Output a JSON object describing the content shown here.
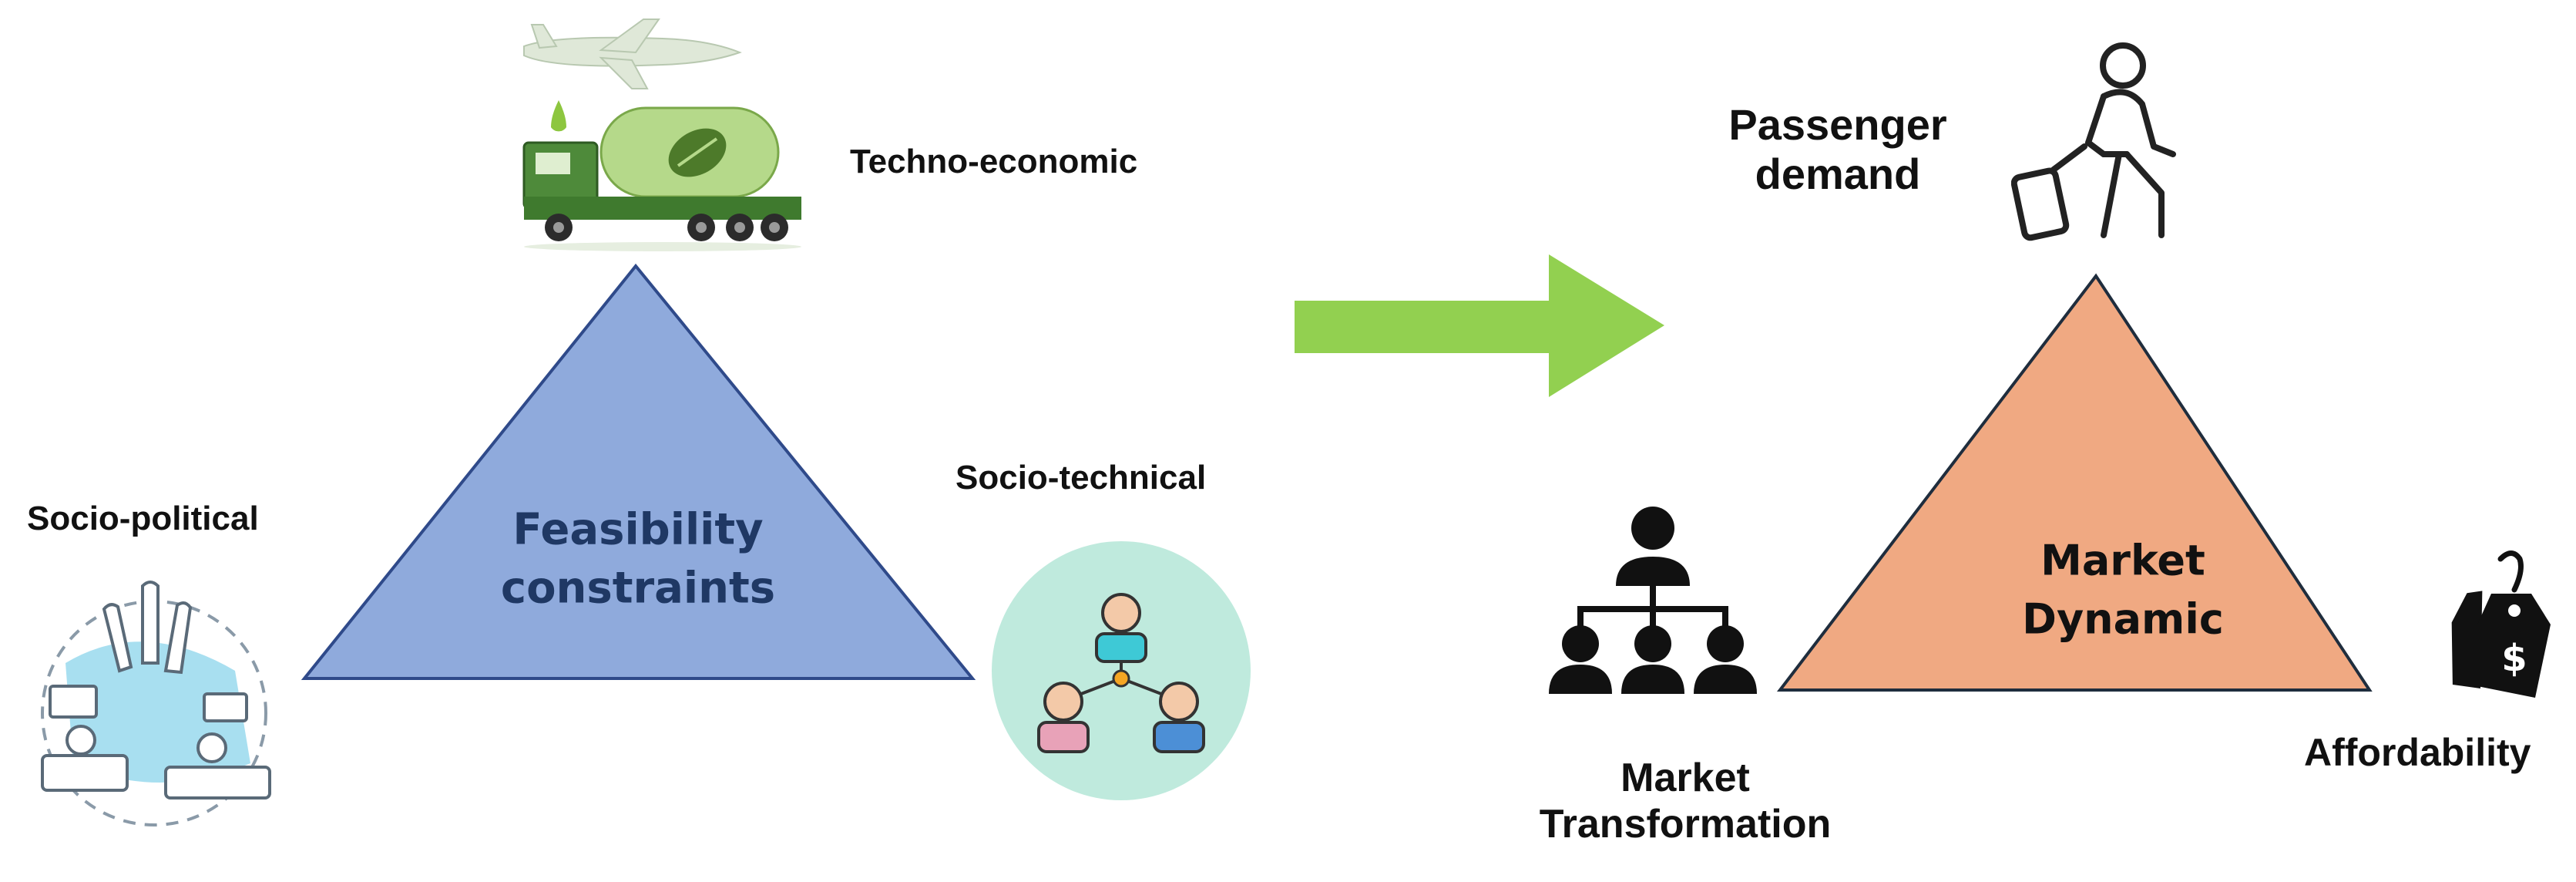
{
  "left_diagram": {
    "center_label_line1": "Feasibility",
    "center_label_line2": "constraints",
    "vertex_top": {
      "label": "Techno-economic",
      "icon": "green-truck-airplane-icon"
    },
    "vertex_left": {
      "label": "Socio-political",
      "icon": "voting-hands-meeting-icon"
    },
    "vertex_right": {
      "label": "Socio-technical",
      "icon": "people-network-icon"
    }
  },
  "right_diagram": {
    "center_label_line1": "Market",
    "center_label_line2": "Dynamic",
    "vertex_top": {
      "label_line1": "Passenger",
      "label_line2": "demand",
      "icon": "traveler-with-suitcase-icon"
    },
    "vertex_left": {
      "label_line1": "Market",
      "label_line2": "Transformation",
      "icon": "org-hierarchy-icon"
    },
    "vertex_right": {
      "label": "Affordability",
      "icon": "price-tag-icon"
    }
  },
  "colors": {
    "left_triangle_fill": "#8faadc",
    "left_triangle_stroke": "#2f4a8a",
    "right_triangle_fill": "#f0a982",
    "right_triangle_stroke": "#1f2d3d",
    "arrow": "#92d050",
    "left_center_text": "#1f3864",
    "right_center_text": "#111111"
  }
}
